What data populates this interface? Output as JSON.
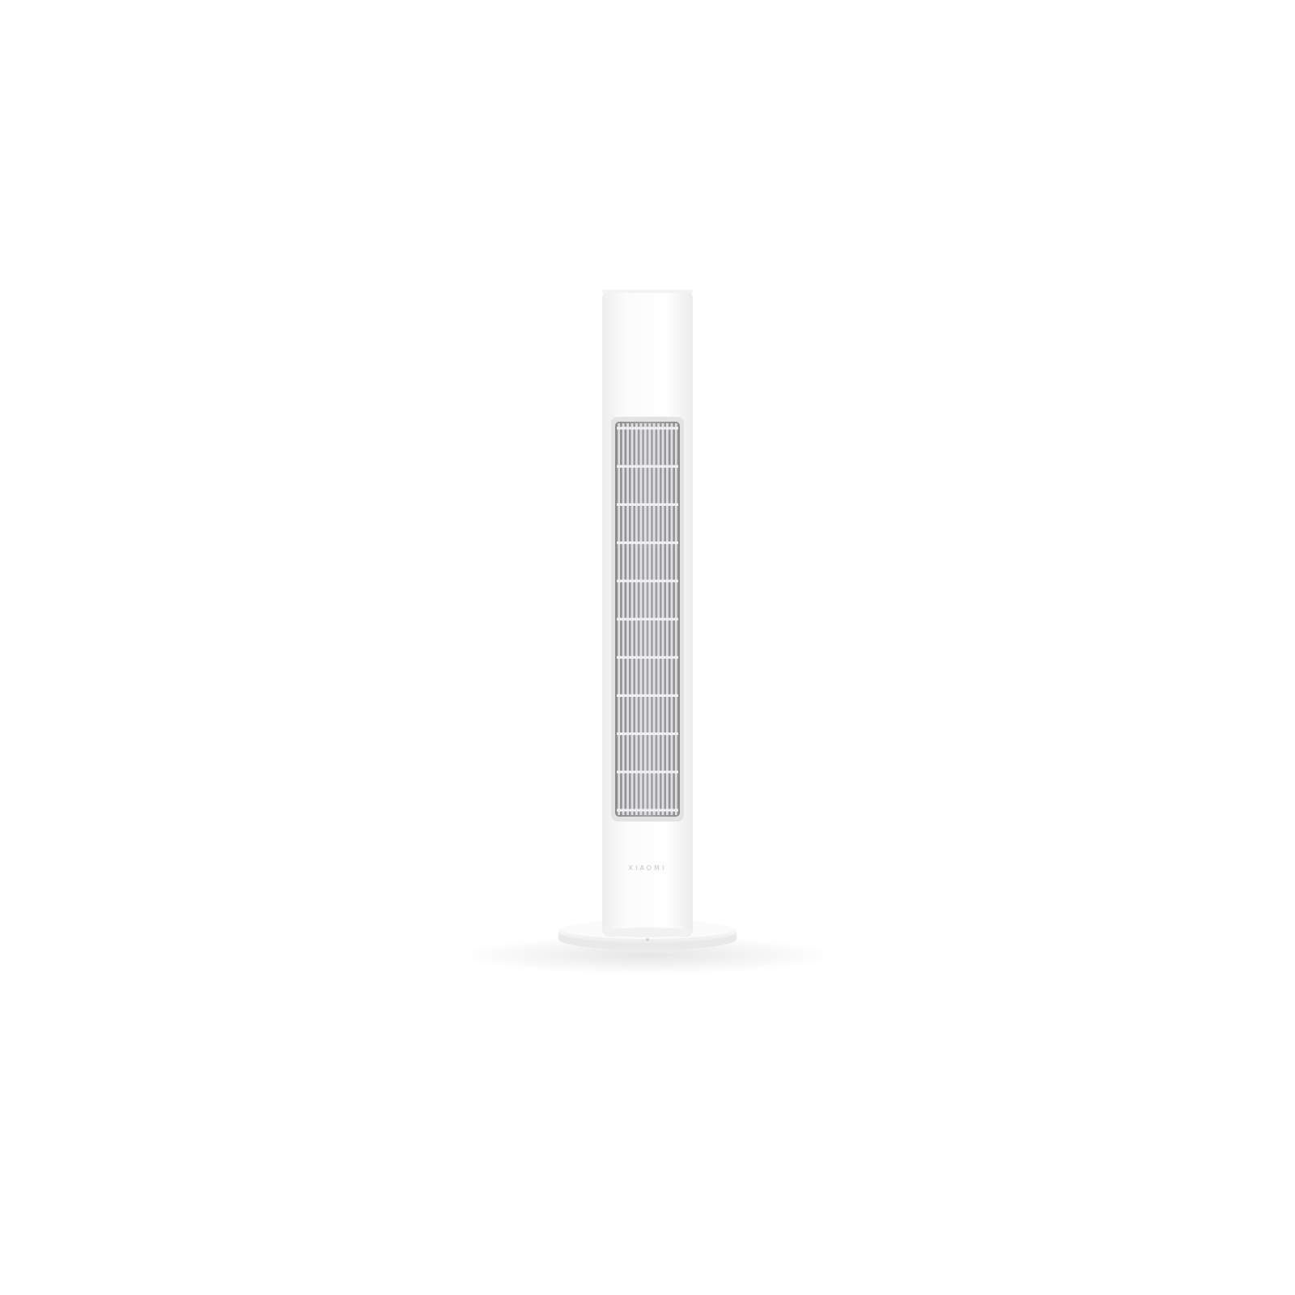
{
  "image": {
    "subject": "tower fan",
    "background_color": "#ffffff",
    "body_color": "#f8f8f8",
    "grille_color": "#9a9a9c"
  },
  "brand": {
    "logo_text": "XIAOMI",
    "color": "#c4c4c4"
  },
  "grille": {
    "vertical_bar_count": 14,
    "horizontal_rib_count": 11
  }
}
